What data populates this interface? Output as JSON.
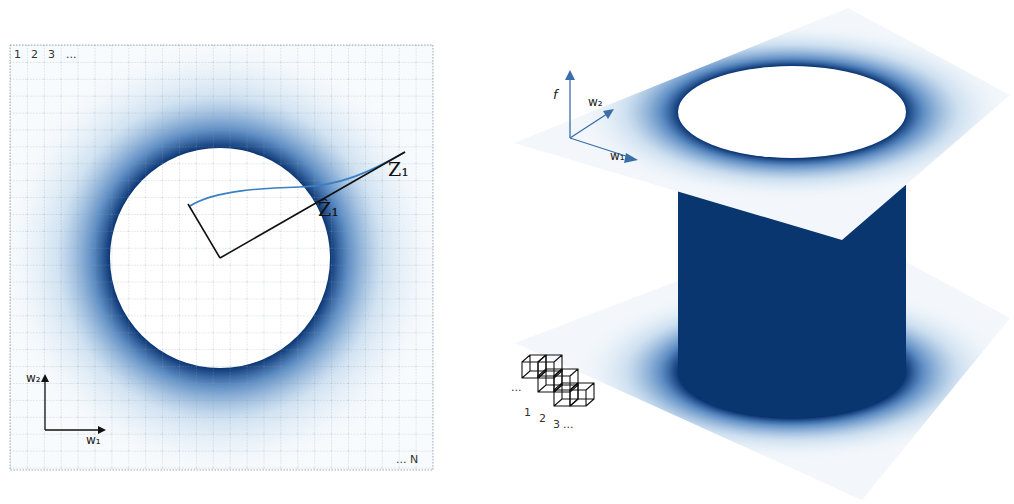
{
  "diagram": {
    "labels": [
      "1",
      "2",
      "3",
      "...",
      "... N",
      "w₂",
      "w₁",
      "Z₁",
      "Ẑ₁",
      "f",
      "w₂",
      "w₁",
      "1",
      "2",
      "3",
      "...",
      "..."
    ]
  }
}
